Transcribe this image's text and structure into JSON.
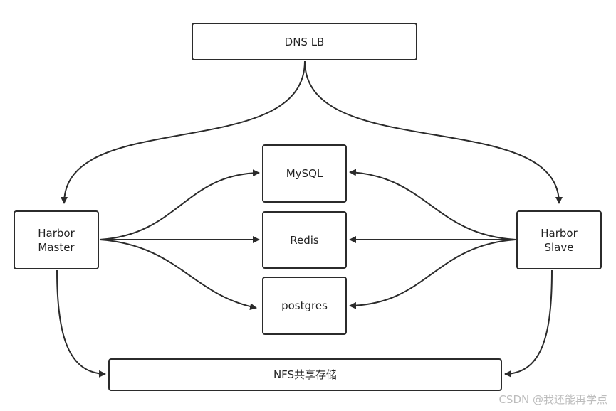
{
  "nodes": {
    "dns_lb": "DNS LB",
    "harbor_master": "Harbor\nMaster",
    "harbor_slave": "Harbor\nSlave",
    "mysql": "MySQL",
    "redis": "Redis",
    "postgres": "postgres",
    "nfs": "NFS共享存储"
  },
  "edges": [
    {
      "from": "dns_lb",
      "to": "harbor_master"
    },
    {
      "from": "dns_lb",
      "to": "harbor_slave"
    },
    {
      "from": "harbor_master",
      "to": "mysql"
    },
    {
      "from": "harbor_master",
      "to": "redis"
    },
    {
      "from": "harbor_master",
      "to": "postgres"
    },
    {
      "from": "harbor_slave",
      "to": "mysql"
    },
    {
      "from": "harbor_slave",
      "to": "redis"
    },
    {
      "from": "harbor_slave",
      "to": "postgres"
    },
    {
      "from": "harbor_master",
      "to": "nfs"
    },
    {
      "from": "harbor_slave",
      "to": "nfs"
    }
  ],
  "watermark": "CSDN @我还能再学点",
  "colors": {
    "stroke": "#2b2b2b",
    "watermark": "#bdbdbd"
  }
}
